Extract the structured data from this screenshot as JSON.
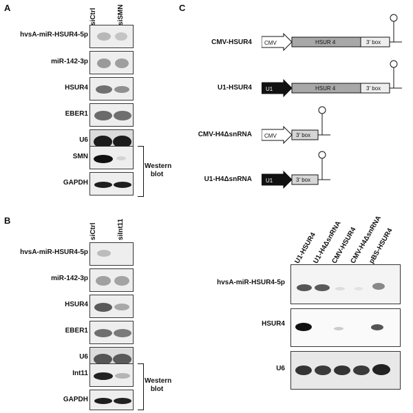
{
  "panels": {
    "A": {
      "letter": "A",
      "columns": [
        "siCtrl",
        "siSMN"
      ],
      "rows": [
        "hvsA-miR-HSUR4-5p",
        "miR-142-3p",
        "HSUR4",
        "EBER1",
        "U6",
        "SMN",
        "GAPDH"
      ],
      "western_label": "Western blot"
    },
    "B": {
      "letter": "B",
      "columns": [
        "siCtrl",
        "siInt11"
      ],
      "rows": [
        "hvsA-miR-HSUR4-5p",
        "miR-142-3p",
        "HSUR4",
        "EBER1",
        "U6",
        "Int11",
        "GAPDH"
      ],
      "western_label": "Western blot"
    },
    "C": {
      "letter": "C",
      "constructs": [
        {
          "name": "CMV-HSUR4",
          "promoter": "CMV",
          "body": "HSUR 4",
          "box": "3' box"
        },
        {
          "name": "U1-HSUR4",
          "promoter": "U1",
          "body": "HSUR 4",
          "box": "3' box"
        },
        {
          "name": "CMV-H4ΔsnRNA",
          "promoter": "CMV",
          "box": "3' box"
        },
        {
          "name": "U1-H4ΔsnRNA",
          "promoter": "U1",
          "box": "3' box"
        }
      ],
      "columns": [
        "U1-HSUR4",
        "U1-H4ΔsnRNA",
        "CMV-HSUR4",
        "CMV-H4ΔsnRNA",
        "pBS-HSUR4"
      ],
      "rows": [
        "hvsA-miR-HSUR4-5p",
        "HSUR4",
        "U6"
      ]
    }
  }
}
